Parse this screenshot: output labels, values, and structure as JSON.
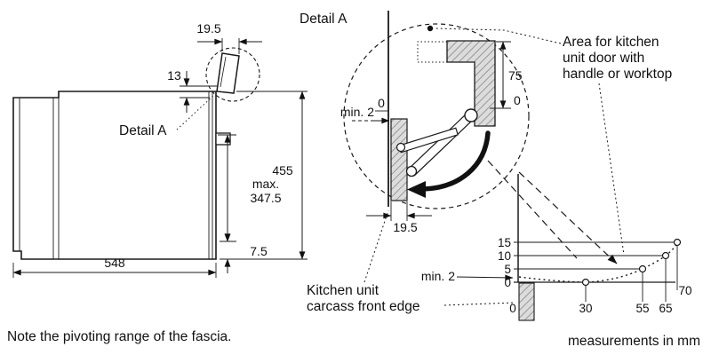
{
  "footer_note": "Note the pivoting range of the fascia.",
  "oven": {
    "dim_top_width": "19.5",
    "dim_fascia_offset": "13",
    "detail_ref_label": "Detail A",
    "dim_niche_height": "455",
    "dim_max_prefix": "max.",
    "dim_max_value": "347.5",
    "dim_bottom_gap": "7.5",
    "dim_depth": "548"
  },
  "detail": {
    "title": "Detail A",
    "dim_min_gap": "min. 2",
    "ref_zero_front": "0",
    "dim_fascia_travel": "75",
    "ref_zero_top": "0",
    "dim_fascia_thickness": "19.5",
    "carcass_note_line1": "Kitchen unit",
    "carcass_note_line2": "carcass front edge"
  },
  "area_note": {
    "line1": "Area for kitchen",
    "line2": "unit door with",
    "line3": "handle or worktop"
  },
  "graph": {
    "y_labels": [
      "15",
      "10",
      "5",
      "0"
    ],
    "x_labels": [
      "0",
      "30",
      "55",
      "65",
      "70"
    ],
    "min_label": "min. 2",
    "units_note": "measurements in mm"
  },
  "chart_data": {
    "type": "line",
    "title": "",
    "x": [
      0,
      30,
      55,
      65,
      70
    ],
    "y": [
      0,
      0,
      5,
      10,
      15
    ],
    "min_clearance_mm": 2,
    "x_ticks": [
      "0",
      "30",
      "55",
      "65",
      "70"
    ],
    "y_ticks": [
      "0",
      "5",
      "10",
      "15"
    ],
    "units": "mm",
    "grid": false,
    "legend": false
  }
}
